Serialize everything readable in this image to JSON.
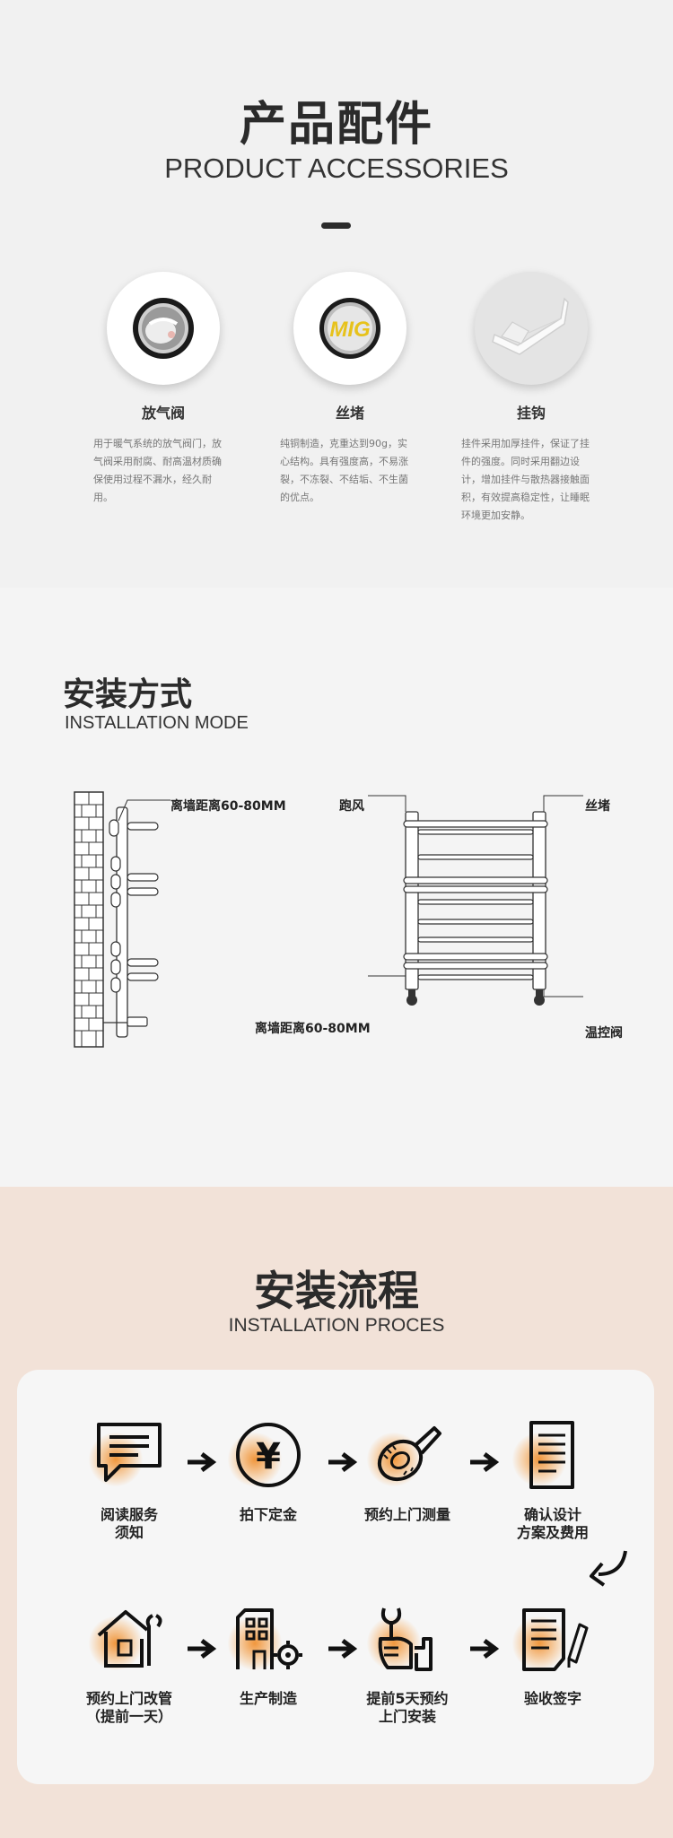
{
  "accessories": {
    "title": "产品配件",
    "subtitle": "PRODUCT ACCESSORIES",
    "items": [
      {
        "name": "放气阀",
        "desc": "用于暖气系统的放气阀门，放气阀采用耐腐、耐高温材质确保使用过程不漏水，经久耐用。"
      },
      {
        "name": "丝堵",
        "desc": "纯铜制造，克重达到90g，实心结构。具有强度高，不易涨裂，不冻裂、不结垢、不生菌的优点。",
        "badge": "MIG"
      },
      {
        "name": "挂钩",
        "desc": "挂件采用加厚挂件，保证了挂件的强度。同时采用翻边设计，增加挂件与散热器接触面积，有效提高稳定性，让睡眠环境更加安静。"
      }
    ]
  },
  "install_mode": {
    "title": "安装方式",
    "subtitle": "INSTALLATION MODE",
    "labels": {
      "wall_distance_top": "离墙距离60-80MM",
      "vent": "跑风",
      "plug": "丝堵",
      "wall_distance_bottom": "离墙距离60-80MM",
      "thermo_valve": "温控阀"
    }
  },
  "process": {
    "title": "安装流程",
    "subtitle": "INSTALLATION PROCES",
    "steps": [
      {
        "line1": "阅读服务",
        "line2": "须知",
        "icon": "speech-bubble-icon"
      },
      {
        "line1": "拍下定金",
        "line2": "",
        "icon": "yuan-coin-icon"
      },
      {
        "line1": "预约上门测量",
        "line2": "",
        "icon": "tape-measure-icon"
      },
      {
        "line1": "确认设计",
        "line2": "方案及费用",
        "icon": "document-icon"
      },
      {
        "line1": "预约上门改管",
        "line2": "（提前一天）",
        "icon": "house-wrench-icon"
      },
      {
        "line1": "生产制造",
        "line2": "",
        "icon": "factory-gear-icon"
      },
      {
        "line1": "提前5天预约",
        "line2": "上门安装",
        "icon": "worker-wrench-icon"
      },
      {
        "line1": "验收签字",
        "line2": "",
        "icon": "document-pen-icon"
      }
    ],
    "yuan_symbol": "¥"
  }
}
